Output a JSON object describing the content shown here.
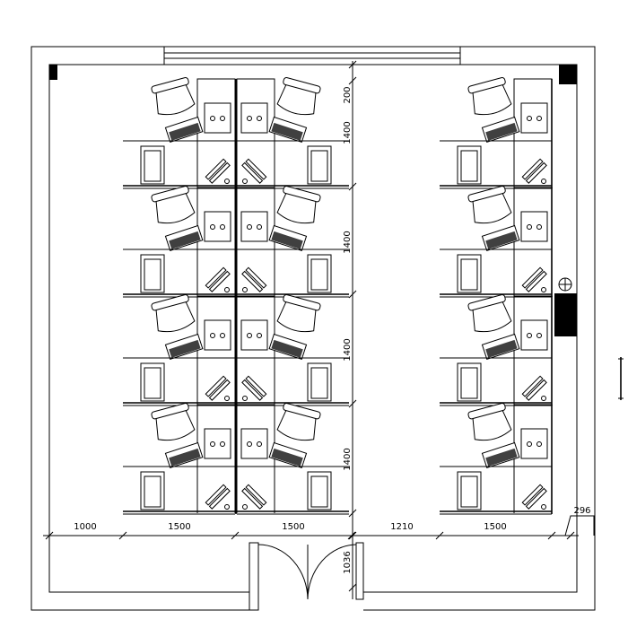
{
  "title": "Office workstation floor plan",
  "colors": {
    "line": "#000000",
    "background": "#ffffff"
  },
  "horizontal_dimensions": [
    "1000",
    "1500",
    "1500",
    "1210",
    "1500"
  ],
  "corner_dimension": "296",
  "vertical_dimensions": [
    "200",
    "1400",
    "1400",
    "1400",
    "1400"
  ],
  "door_dimension": "1036",
  "workstation_rows": 4,
  "workstation_columns": 3
}
